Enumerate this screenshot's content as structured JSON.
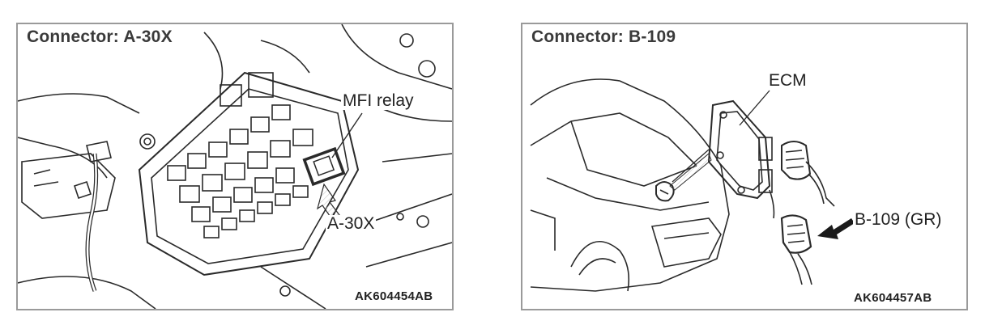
{
  "left_panel": {
    "title": "Connector: A-30X",
    "relay_label": "MFI relay",
    "connector_label": "A-30X",
    "figure_code": "AK604454AB"
  },
  "right_panel": {
    "title": "Connector: B-109",
    "ecm_label": "ECM",
    "connector_label": "B-109 (GR)",
    "figure_code": "AK604457AB"
  },
  "colors": {
    "line": "#2a2a2a",
    "border": "#9a9a9a",
    "hatch": "#bdbdbd"
  }
}
